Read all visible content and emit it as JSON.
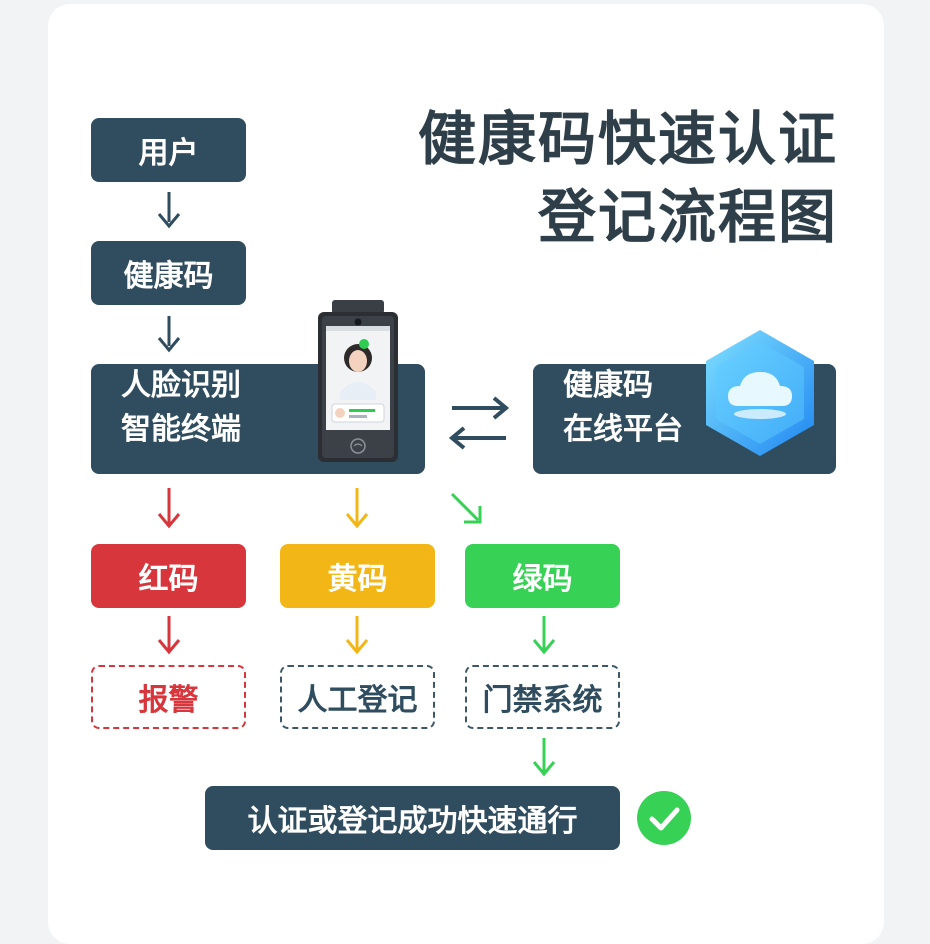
{
  "title": {
    "line1": "健康码快速认证",
    "line2": "登记流程图"
  },
  "nodes": {
    "user": "用户",
    "health_code": "健康码",
    "face_terminal": {
      "line1": "人脸识别",
      "line2": "智能终端"
    },
    "platform": {
      "line1": "健康码",
      "line2": "在线平台"
    },
    "red_code": "红码",
    "yellow_code": "黄码",
    "green_code": "绿码",
    "alarm": "报警",
    "manual_register": "人工登记",
    "access_system": "门禁系统",
    "final": "认证或登记成功快速通行"
  },
  "colors": {
    "dark": "#2f4d5e",
    "red": "#d7373c",
    "yellow": "#f2b716",
    "green": "#37d155",
    "title": "#2f3f4a"
  },
  "icons": {
    "device": "face-recognition-terminal-icon",
    "cloud": "cloud-platform-icon",
    "exchange": "exchange-arrows-icon",
    "success": "check-circle-icon"
  }
}
